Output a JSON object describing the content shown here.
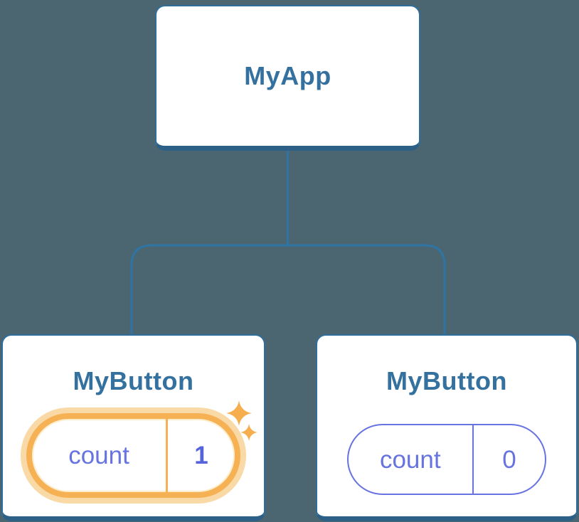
{
  "diagram": {
    "root": {
      "label": "MyApp"
    },
    "children": {
      "left": {
        "title": "MyButton",
        "state": {
          "key": "count",
          "value": "1",
          "highlighted": true
        }
      },
      "right": {
        "title": "MyButton",
        "state": {
          "key": "count",
          "value": "0",
          "highlighted": false
        }
      }
    }
  },
  "icons": {
    "sparkle_large": "sparkle-icon",
    "sparkle_small": "sparkle-icon"
  },
  "colors": {
    "background": "#4C6671",
    "card_background": "#FFFFFF",
    "card_border": "#2E6E9C",
    "card_border_bottom": "#2C6086",
    "connector": "#2E74A4",
    "title_text": "#35719E",
    "state_text": "#6673E0",
    "state_value_highlight": "#5564DB",
    "highlight_orange": "#F6B155",
    "highlight_halo": "#F9D9A6",
    "sparkle": "#F5AD4E"
  }
}
